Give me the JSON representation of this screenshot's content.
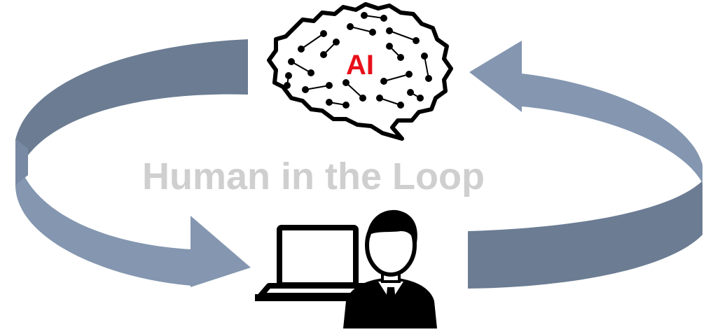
{
  "diagram": {
    "title": "Human in the Loop",
    "ai_label": "AI"
  },
  "nodes": [
    {
      "id": "ai",
      "icon": "brain-circuit-icon",
      "label": "AI"
    },
    {
      "id": "human",
      "icon": "person-with-laptop-icon"
    }
  ],
  "arrows": [
    {
      "from": "ai",
      "to": "human",
      "side": "left"
    },
    {
      "from": "human",
      "to": "ai",
      "side": "right"
    }
  ],
  "colors": {
    "arrow_face": "#8496b0",
    "arrow_shade": "#6b7c93",
    "title": "#cfcfcf",
    "ai_label": "#e8101a",
    "icon": "#000000"
  }
}
